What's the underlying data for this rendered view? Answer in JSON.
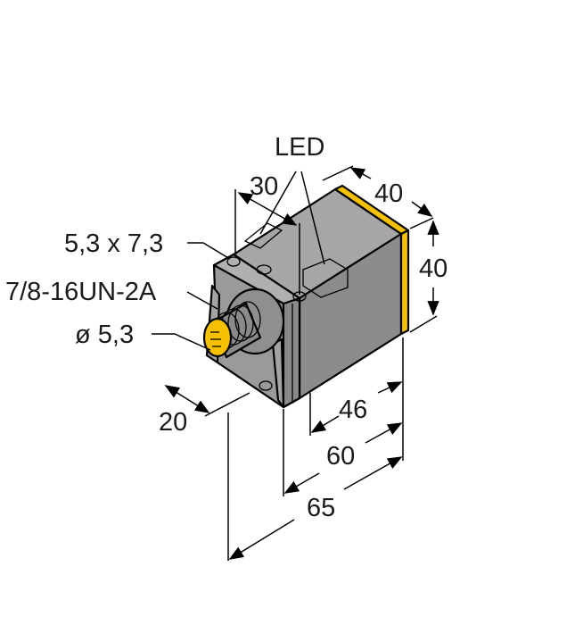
{
  "figure": {
    "type": "dimension drawing",
    "subject": "square-body sensor with connector and mounting bracket",
    "colors": {
      "body": "#999999",
      "body_dark": "#7f7f7f",
      "body_light": "#b3b3b3",
      "sensing_face": "#f5c000",
      "led": "#ececec",
      "outline": "#000000",
      "background": "#ffffff"
    }
  },
  "labels": {
    "led": "LED",
    "slot": "5,3 x 7,3",
    "thread": "7/8-16UN-2A",
    "hole": "ø 5,3"
  },
  "dimensions": {
    "top_width": "30",
    "face_depth": "40",
    "face_height": "40",
    "bracket_depth": "20",
    "body_46": "46",
    "body_60": "60",
    "overall_65": "65"
  }
}
